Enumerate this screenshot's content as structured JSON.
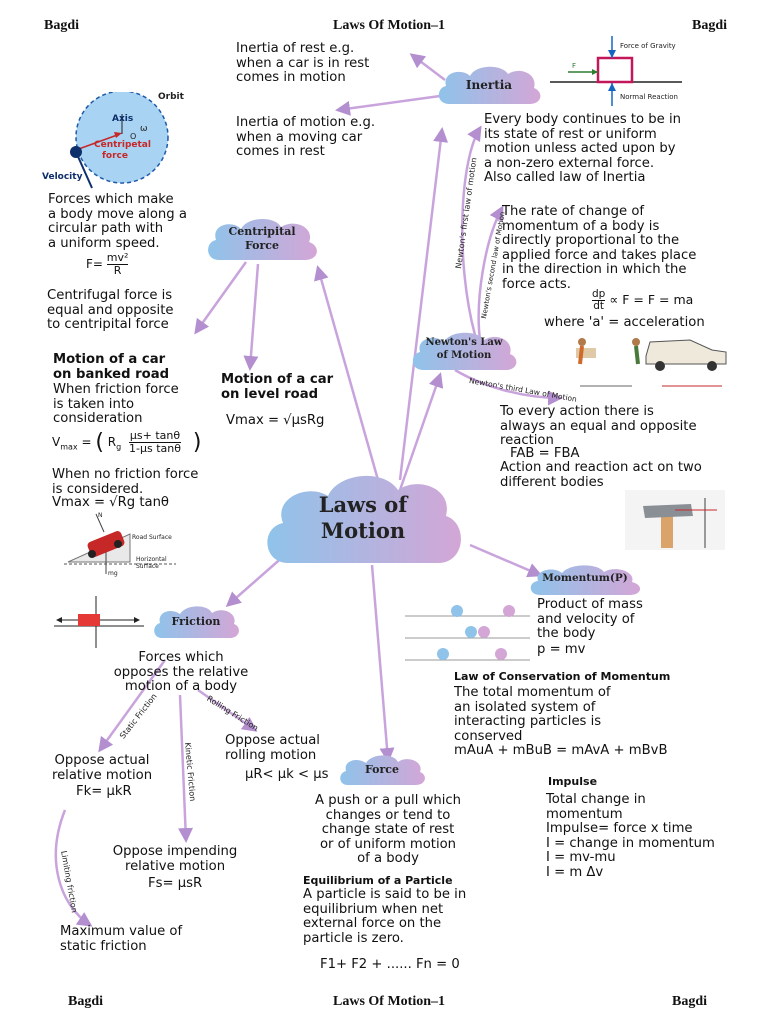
{
  "header": {
    "left": "Bagdi",
    "center": "Laws Of Motion–1",
    "right": "Bagdi"
  },
  "footer": {
    "left": "Bagdi",
    "center": "Laws Of Motion–1",
    "right": "Bagdi"
  },
  "central": {
    "line1": "Laws of",
    "line2": "Motion"
  },
  "inertia": {
    "cloud": "Inertia",
    "rest": "Inertia of rest e.g.\nwhen a car is in rest\ncomes in motion",
    "motion": "Inertia of motion e.g.\nwhen a moving car\ncomes in rest",
    "definition": "Every body continues to be in\nits state of rest or uniform\nmotion unless acted upon by\na non-zero external force.\nAlso called law of Inertia",
    "fig_gravity": "Force of Gravity",
    "fig_normal": "Normal Reaction",
    "fig_f": "F"
  },
  "centripetal": {
    "cloud_line1": "Centripital",
    "cloud_line2": "Force",
    "fig_orbit": "Orbit",
    "fig_axis": "Axis",
    "fig_omega": "ω",
    "fig_force_line1": "Centripetal",
    "fig_force_line2": "force",
    "fig_velocity": "Velocity",
    "fig_o": "O",
    "definition": "Forces which make\na body move along a\ncircular path with\na uniform speed.",
    "formula_prefix": "F=",
    "formula_num": "mv²",
    "formula_den": "R",
    "centrifugal": "Centrifugal force is\nequal and opposite\nto centripital force"
  },
  "banked": {
    "title": "Motion of a car\non banked road",
    "friction_text": "When friction force\nis taken into\nconsideration",
    "formula_lhs": "V",
    "formula_lhs_sub": "max",
    "formula_eq": "=",
    "formula_rg": "R",
    "formula_rg_sub": "g",
    "formula_num": "μs+ tanθ",
    "formula_den": "1-μs tanθ",
    "no_friction_text": "When no friction force\nis considered.",
    "formula2": "Vmax = √Rg tanθ",
    "fig_road": "Road Surface",
    "fig_horizontal": "Horizontal\nSurface",
    "fig_n": "N",
    "fig_mg": "mg"
  },
  "level": {
    "title": "Motion of a car\non level road",
    "formula": "Vmax = √μsRg"
  },
  "newton": {
    "cloud_line1": "Newton's Law",
    "cloud_line2": "of Motion",
    "first_law_label": "Newton's first law of motion",
    "second_law_label": "Newton's second law of Motion",
    "third_law_label": "Newton's third Law of Motion",
    "second": "The rate of change of\nmomentum of a body is\ndirectly proportional to the\napplied force and takes place\nin the direction in which the\nforce acts.",
    "formula_num": "dp",
    "formula_den": "dt",
    "formula_rest": "∝ F = F = ma",
    "acceleration": "where 'a' = acceleration",
    "third": "To every action there is\nalways an equal and opposite\nreaction",
    "third_formula": "Fₐʙ = Fʙₐ",
    "third_formula_plain": "FAB = FBA",
    "third_text": "Action and reaction act on two\ndifferent bodies"
  },
  "momentum": {
    "cloud": "Momentum(P)",
    "definition": "Product of mass\nand velocity of\nthe body",
    "formula": "p = mv",
    "conservation_title": "Law of Conservation of Momentum",
    "conservation": "The total momentum of\nan isolated system of\ninteracting particles is\nconserved",
    "conservation_formula": "mAuA + mBuB = mAvA + mBvB",
    "impulse_title": "Impulse",
    "impulse": "Total change in\nmomentum\nImpulse= force x time\nI = change in momentum\nI = mv-mu\nI = m Δv"
  },
  "friction": {
    "cloud": "Friction",
    "definition": "Forces which\nopposes the relative\nmotion of a body",
    "static_label": "Static Friction",
    "kinetic_label": "Kinetic Friction",
    "rolling_label": "Rolling Friction",
    "limiting_label": "Limiting friction",
    "static": "Oppose actual\nrelative motion",
    "static_formula": "Fk= μkR",
    "rolling": "Oppose actual\nrolling motion",
    "rolling_formula": "μR< μk < μs",
    "impending": "Oppose impending\nrelative motion",
    "impending_formula": "Fs= μsR",
    "limiting": "Maximum value of\nstatic friction"
  },
  "force": {
    "cloud": "Force",
    "definition": "A push or a pull which\nchanges or tend to\nchange state of rest\nor of uniform motion\nof a body",
    "equilibrium_title": "Equilibrium of a Particle",
    "equilibrium": "A particle is said to be in\nequilibrium when net\nexternal force on the\nparticle is zero.",
    "formula": "F1+ F2 + ......  Fn = 0"
  },
  "colors": {
    "cloud_left": "#8fc3ea",
    "cloud_right": "#d3a6d6",
    "arrow": "#c9a4dc",
    "text": "#111111"
  }
}
